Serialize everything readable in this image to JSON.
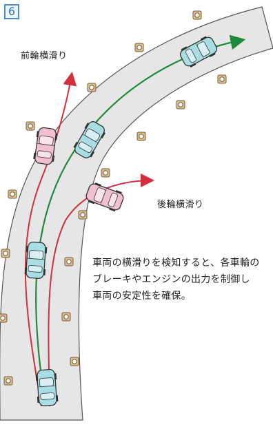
{
  "figure": {
    "number": "6",
    "labels": {
      "front_slip": "前輪横滑り",
      "rear_slip": "後輪横滑り"
    },
    "description_lines": [
      "車両の横滑りを検知すると、各車輪の",
      "ブレーキやエンジンの出力を制御し",
      "車両の安定性を確保。"
    ],
    "colors": {
      "road": "#e6e6e6",
      "corrected_path": "#1f8a3a",
      "front_slip_path": "#d12f3a",
      "rear_slip_path": "#d12f3a",
      "stable_car": "#a9dde4",
      "slipping_car": "#f0bfd2",
      "cone": "#c8a77a"
    }
  }
}
